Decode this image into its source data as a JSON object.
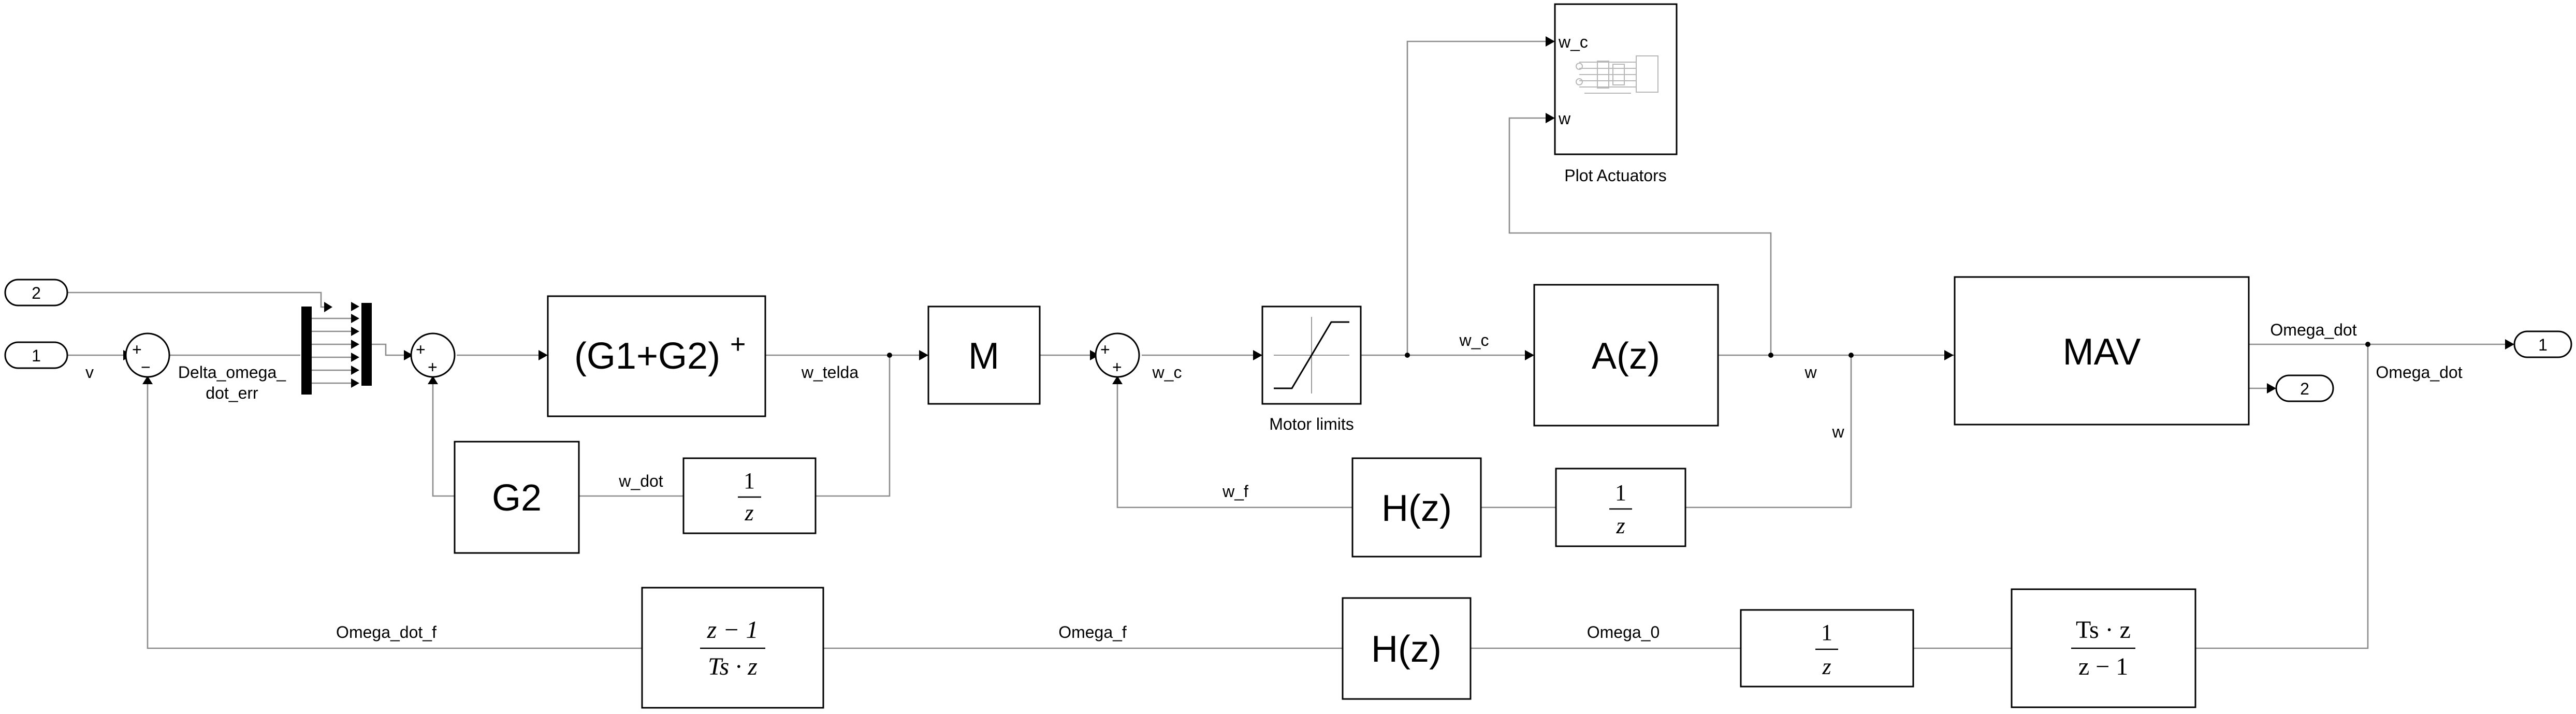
{
  "inports": {
    "in1": "1",
    "in2": "2"
  },
  "outports": {
    "out1": "1",
    "out2": "2"
  },
  "blocks": {
    "pinv": {
      "main": "(G1+G2)",
      "sup": "+"
    },
    "m": "M",
    "g2": "G2",
    "az": "A(z)",
    "mav": "MAV",
    "hz1": "H(z)",
    "hz2": "H(z)",
    "motor_limits": "Motor limits",
    "plot_actuators": "Plot Actuators",
    "plot_port_wc": "w_c",
    "plot_port_w": "w",
    "delay": {
      "num": "1",
      "den": "z"
    },
    "diff": {
      "num": "z − 1",
      "den": "Ts · z"
    },
    "integ": {
      "num": "Ts · z",
      "den": "z − 1"
    }
  },
  "sum_signs": {
    "s1_top": "+",
    "s1_bot": "−",
    "s2_top": "+",
    "s2_bot": "+",
    "s3_top": "+",
    "s3_bot": "+"
  },
  "signals": {
    "v": "v",
    "delta_omega_1": "Delta_omega_",
    "delta_omega_2": "dot_err",
    "w_telda": "w_telda",
    "w_dot": "w_dot",
    "w_c_sum": "w_c",
    "w_c_sat": "w_c",
    "w_f": "w_f",
    "w_out": "w",
    "w_fb": "w",
    "omega_dot_mav": "Omega_dot",
    "omega_dot_out": "Omega_dot",
    "omega_0": "Omega_0",
    "omega_f": "Omega_f",
    "omega_dot_f": "Omega_dot_f"
  }
}
